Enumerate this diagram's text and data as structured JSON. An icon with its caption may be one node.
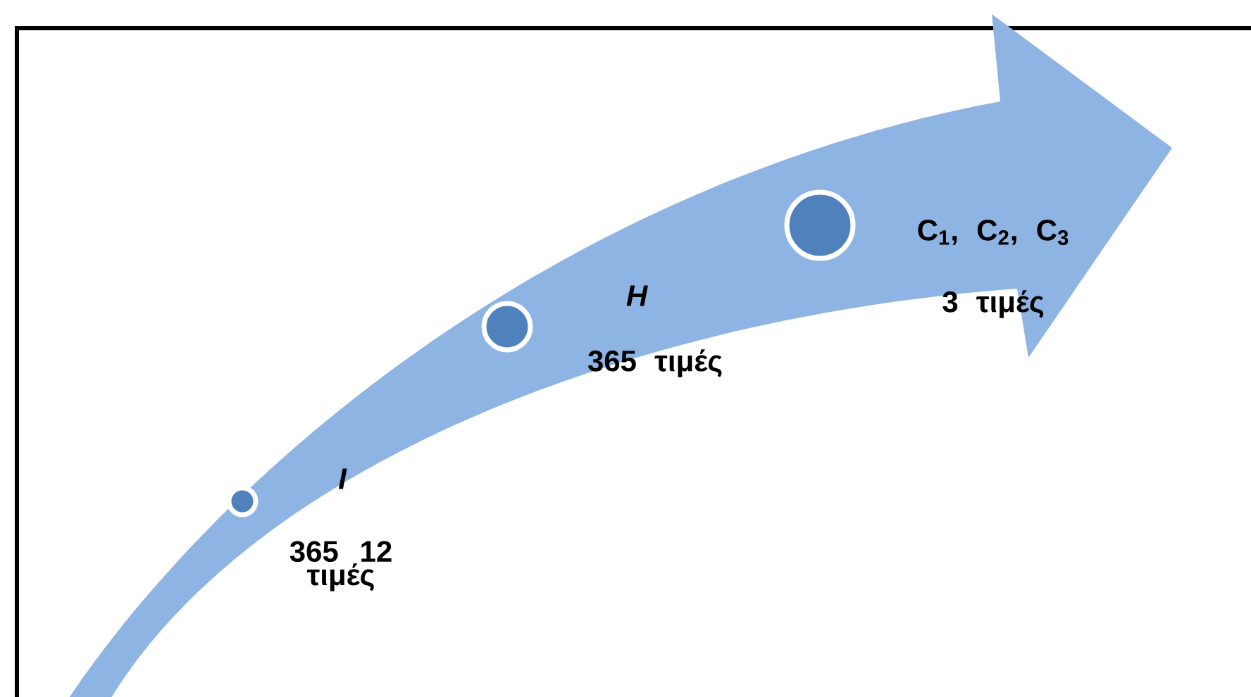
{
  "diagram": {
    "nodes": [
      {
        "text": [],
        "shape": "circle",
        "beside": [
          "I",
          "365 12 τιμές"
        ]
      },
      {
        "text": [],
        "shape": "circle",
        "beside": [
          "H",
          "365 τιμές"
        ]
      },
      {
        "text": [],
        "shape": "circle",
        "beside": [
          "C$_{1}$, C$_{2}$, C$_{3}$",
          "3 τιμές"
        ]
      }
    ]
  }
}
